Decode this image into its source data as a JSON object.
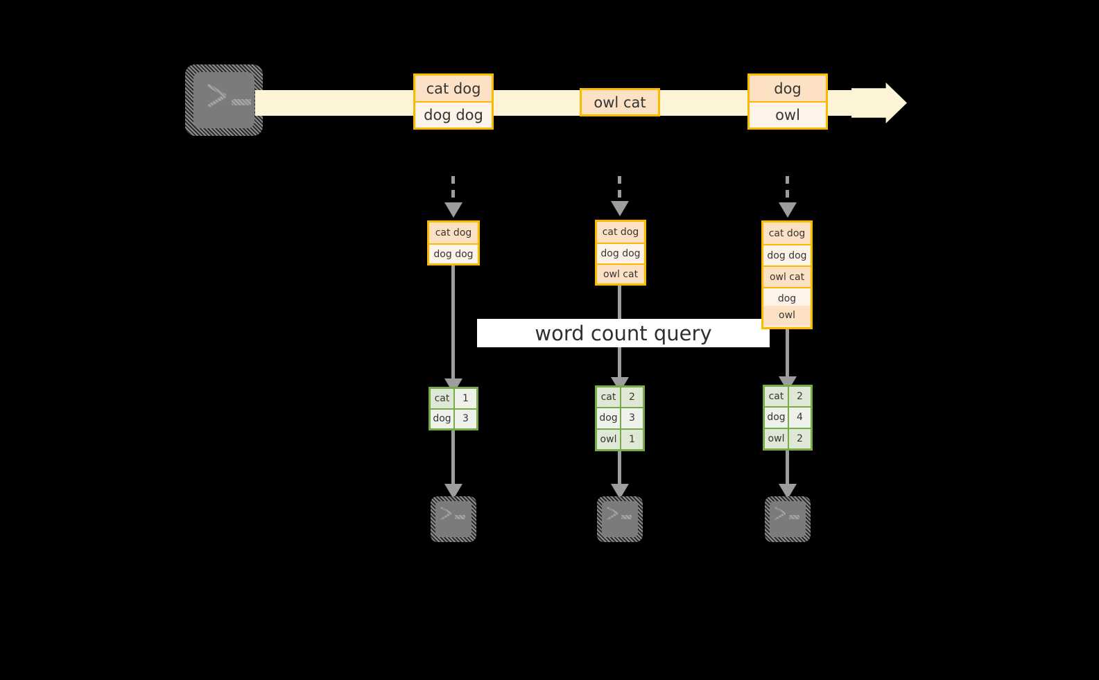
{
  "diagram": {
    "title": "word count query",
    "colors": {
      "background": "#000000",
      "stream_fill": "#fdf3d7",
      "record_border": "#fbb900",
      "record_fill_dark": "#fce1c4",
      "record_fill_light": "#fdf3e8",
      "result_border": "#76ab47",
      "result_fill_dark": "#dfe8d5",
      "result_fill_light": "#eef2ea",
      "arrow_gray": "#9d9d9d",
      "terminal_face": "#7b7b7b",
      "label_band": "#ffffff",
      "text": "#353535"
    }
  },
  "source": {
    "icon": "terminal-icon",
    "glyph_prompt": ">",
    "glyph_cursor": "_"
  },
  "stream": {
    "direction_icon": "arrow-right-icon",
    "records": [
      {
        "id": "record-1",
        "lines": [
          "cat dog",
          "dog dog"
        ]
      },
      {
        "id": "record-2",
        "lines": [
          "owl cat"
        ]
      },
      {
        "id": "record-3",
        "lines": [
          "dog",
          "owl"
        ]
      }
    ]
  },
  "label": {
    "query": "word count query"
  },
  "columns": [
    {
      "id": "column-1",
      "ingress_icon": "dashed-arrow-down-icon",
      "accumulated": {
        "lines": [
          "cat dog",
          "dog dog"
        ]
      },
      "result": {
        "rows": [
          {
            "word": "cat",
            "count": "1"
          },
          {
            "word": "dog",
            "count": "3"
          }
        ]
      },
      "sink": {
        "icon": "terminal-icon",
        "glyph_prompt": ">",
        "glyph_cursor": "_"
      }
    },
    {
      "id": "column-2",
      "ingress_icon": "dashed-arrow-down-icon",
      "accumulated": {
        "lines": [
          "cat dog",
          "dog dog",
          "owl cat"
        ]
      },
      "result": {
        "rows": [
          {
            "word": "cat",
            "count": "2"
          },
          {
            "word": "dog",
            "count": "3"
          },
          {
            "word": "owl",
            "count": "1"
          }
        ]
      },
      "sink": {
        "icon": "terminal-icon",
        "glyph_prompt": ">",
        "glyph_cursor": "_"
      }
    },
    {
      "id": "column-3",
      "ingress_icon": "dashed-arrow-down-icon",
      "accumulated": {
        "lines": [
          "cat dog",
          "dog dog",
          "owl cat",
          "dog",
          "owl"
        ]
      },
      "result": {
        "rows": [
          {
            "word": "cat",
            "count": "2"
          },
          {
            "word": "dog",
            "count": "4"
          },
          {
            "word": "owl",
            "count": "2"
          }
        ]
      },
      "sink": {
        "icon": "terminal-icon",
        "glyph_prompt": ">",
        "glyph_cursor": "_"
      }
    }
  ]
}
